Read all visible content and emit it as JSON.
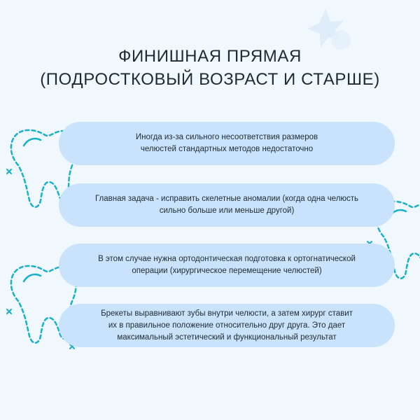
{
  "title": {
    "line1": "ФИНИШНАЯ ПРЯМАЯ",
    "line2": "(ПОДРОСТКОВЫЙ ВОЗРАСТ И СТАРШЕ)"
  },
  "steps": [
    {
      "text": "Иногда из-за сильного несоответствия размеров\nчелюстей стандартных методов недостаточно"
    },
    {
      "text": "Главная задача - исправить скелетные аномалии (когда одна челюсть\nсильно больше или меньше другой)"
    },
    {
      "text": "В этом случае нужна ортодонтическая подготовка к ортогнатической\nоперации (хирургическое перемещение челюстей)"
    },
    {
      "text": "Брекеты выравнивают зубы внутри челюсти, а затем хирург ставит\nих в правильное положение относительно друг друга. Это дает\nмаксимальный эстетический и функциональный результат"
    }
  ],
  "decorations": {
    "tooth_icon": "tooth-outline-icon",
    "sparkle_icon": "cross-sparkle-icon",
    "star_icon": "star-badge-icon",
    "accent_color": "#1ab0c8",
    "pill_color": "#c8e3fb",
    "background_color": "#f0f8fd"
  }
}
